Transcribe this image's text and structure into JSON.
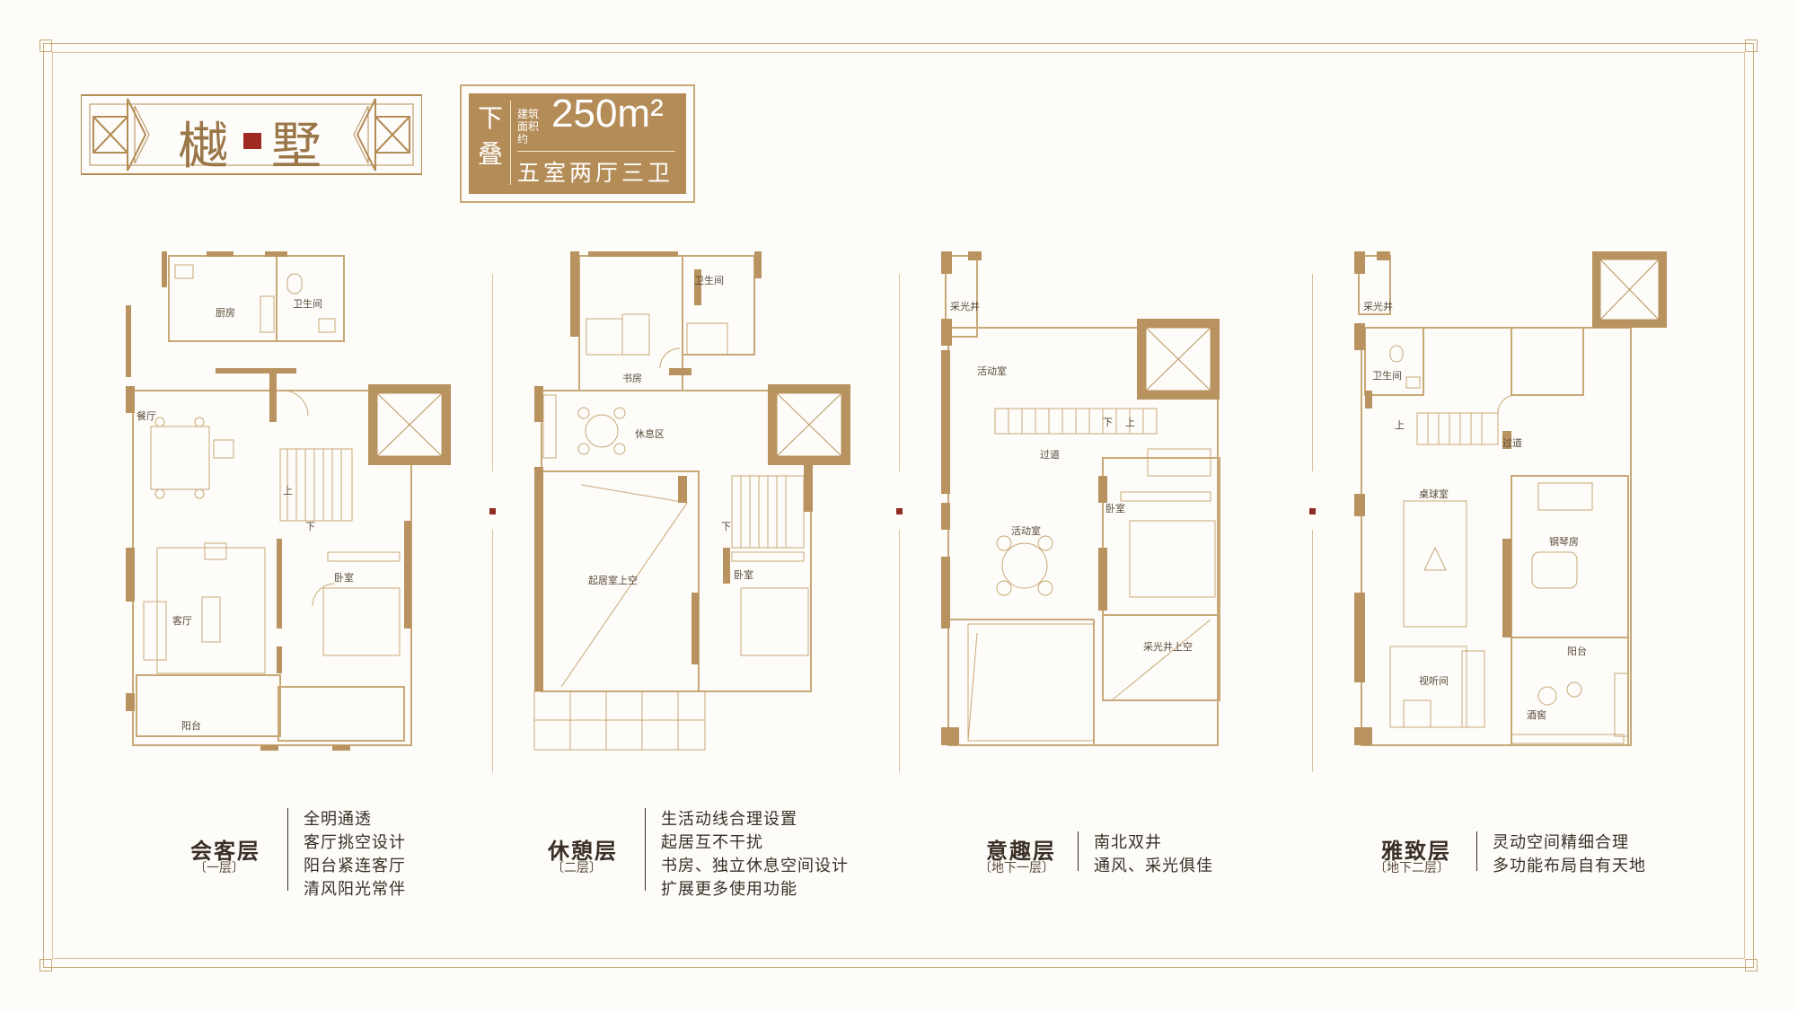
{
  "brand": {
    "char1": "樾",
    "char2": "墅"
  },
  "spec": {
    "type_line1": "下",
    "type_line2": "叠",
    "area_label_line1": "建筑",
    "area_label_line2": "面积约",
    "area": "250m²",
    "layout": "五室两厅三卫"
  },
  "floor1": {
    "rooms": [
      "厨房",
      "卫生间",
      "餐厅",
      "上",
      "下",
      "卧室",
      "客厅",
      "阳台"
    ]
  },
  "floor2": {
    "rooms": [
      "卫生间",
      "书房",
      "休息区",
      "起居室上空",
      "下",
      "卧室"
    ]
  },
  "floor3": {
    "rooms": [
      "采光井",
      "活动室",
      "下",
      "上",
      "过道",
      "活动室",
      "卧室",
      "采光井上空"
    ]
  },
  "floor4": {
    "rooms": [
      "采光井",
      "卫生间",
      "上",
      "过道",
      "桌球室",
      "钢琴房",
      "阳台",
      "视听间",
      "酒窖"
    ]
  },
  "captions": [
    {
      "name": "会客层",
      "sub": "〔一层〕",
      "lines": [
        "全明通透",
        "客厅挑空设计",
        "阳台紧连客厅",
        "清风阳光常伴"
      ]
    },
    {
      "name": "休憩层",
      "sub": "〔二层〕",
      "lines": [
        "生活动线合理设置",
        "起居互不干扰",
        "书房、独立休息空间设计",
        "扩展更多使用功能"
      ]
    },
    {
      "name": "意趣层",
      "sub": "〔地下一层〕",
      "lines": [
        "南北双井",
        "通风、采光俱佳"
      ]
    },
    {
      "name": "雅致层",
      "sub": "〔地下二层〕",
      "lines": [
        "灵动空间精细合理",
        "多功能布局自有天地"
      ]
    }
  ],
  "colors": {
    "wall": "#b8935f",
    "line": "#c9a877",
    "seal": "#9f2a22"
  }
}
